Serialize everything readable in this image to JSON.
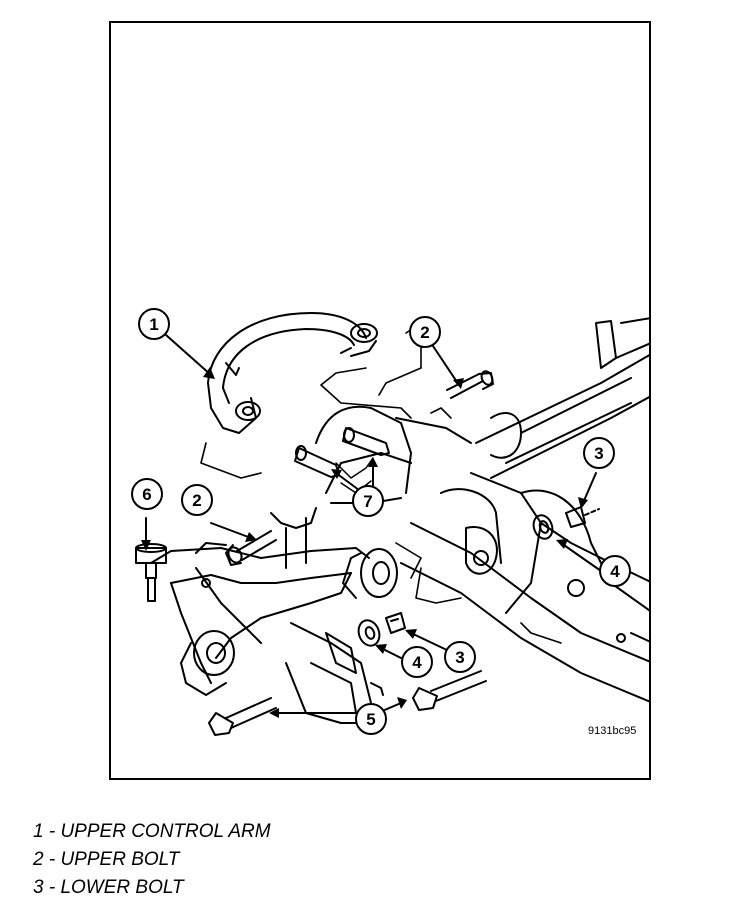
{
  "diagram": {
    "callouts": [
      "1",
      "2",
      "2",
      "3",
      "3",
      "4",
      "4",
      "5",
      "6",
      "7"
    ],
    "image_code": "9131bc95"
  },
  "legend": {
    "items": [
      "1 - UPPER CONTROL ARM",
      "2 - UPPER BOLT",
      "3 - LOWER BOLT"
    ]
  }
}
